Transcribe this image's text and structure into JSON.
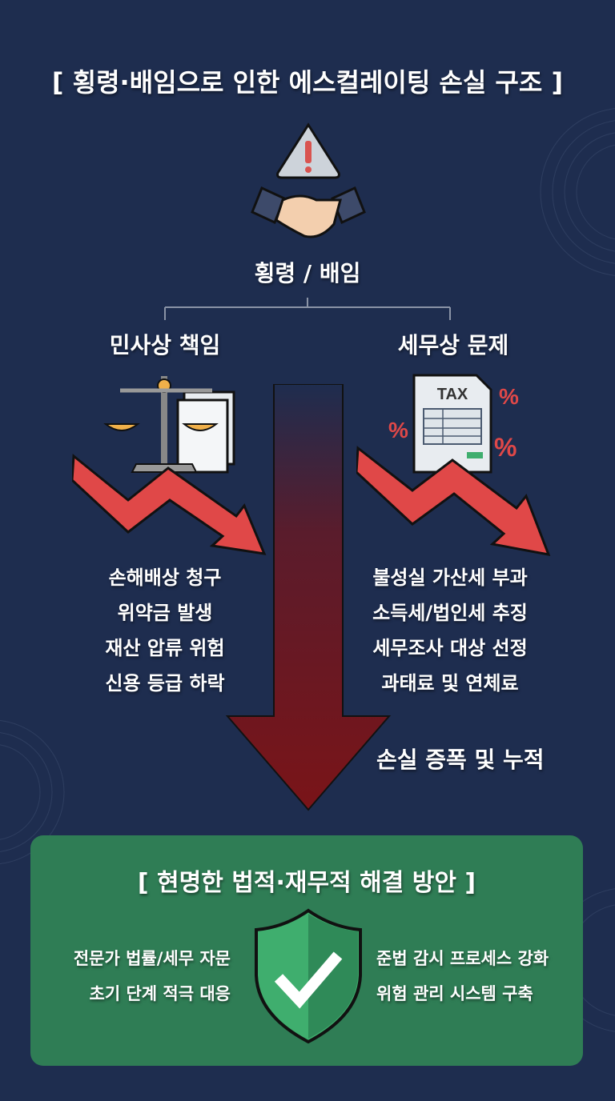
{
  "title": "[ 횡령·배임으로 인한 에스컬레이팅 손실 구조 ]",
  "root": {
    "label": "횡령 / 배임",
    "icon": "handshake-warning-icon"
  },
  "branches": [
    {
      "label": "민사상 책임",
      "icon": "scales-document-icon",
      "items": [
        "손해배상 청구",
        "위약금 발생",
        "재산 압류 위험",
        "신용 등급 하락"
      ]
    },
    {
      "label": "세무상 문제",
      "icon": "tax-document-icon",
      "items": [
        "불성실 가산세 부과",
        "소득세/법인세 추징",
        "세무조사 대상 선정",
        "과태료 및 연체료"
      ]
    }
  ],
  "center_arrow_label": "손실 증폭 및 누적",
  "solution": {
    "title": "[ 현명한 법적·재무적 해결 방안 ]",
    "left_items": [
      "전문가 법률/세무 자문",
      "초기 단계 적극 대응"
    ],
    "right_items": [
      "준법 감시 프로세스 강화",
      "위험 관리 시스템 구축"
    ],
    "icon": "shield-check-icon"
  },
  "colors": {
    "background": "#1e2d4f",
    "arrow_red": "#e04848",
    "green_panel": "#2f7d55",
    "shield": "#3fae6e"
  }
}
